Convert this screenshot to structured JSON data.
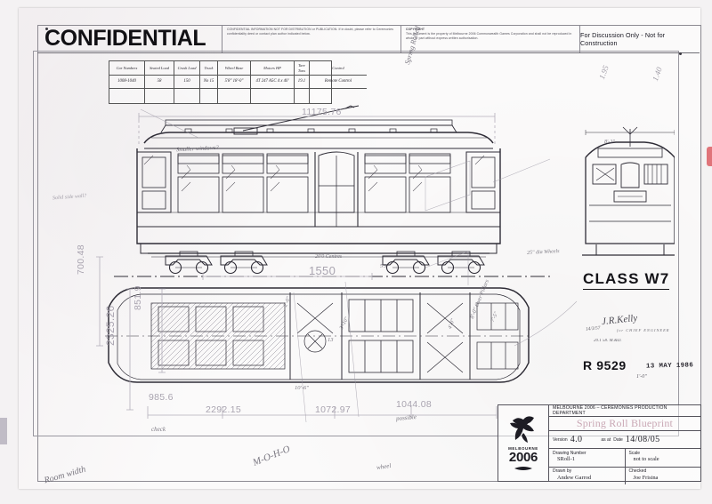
{
  "document": {
    "classification": "CONFIDENTIAL",
    "confidential_notice": "CONFIDENTIAL INFORMATION NOT FOR DISTRIBUTION or PUBLICATION. If in doubt, please refer to Ceremonies confidentiality deed or contact plan author indicated below.",
    "copyright_heading": "COPYRIGHT",
    "copyright_notice": "This document is the property of Melbourne 2006 Commonwealth Games Corporation and shall not be reproduced in whole or part without express written authorisation.",
    "disclaimer": "For Discussion Only - Not for Construction"
  },
  "spec_table": {
    "headers": [
      "Car Numbers",
      "Seated Load",
      "Crush Load",
      "Truck",
      "Wheel Base",
      "Motors HP",
      "Tare Tons",
      "Control"
    ],
    "rows": [
      [
        "1008-1040",
        "58",
        "150",
        "No 15",
        "5'8\" 18'-0\"",
        "4T 247 A5C 4 x 40'",
        "19.1",
        "Remote Control"
      ],
      [
        "",
        "",
        "",
        "",
        "",
        "",
        "",
        ""
      ]
    ]
  },
  "drawing": {
    "class_label": "CLASS   W7",
    "drawing_ref": "R 9529",
    "date_stamp": "13 MAY 1986",
    "signature": "J.R.Kelly",
    "signature_role": "for CHIEF ENGINEER",
    "signature_date": "14/3/57",
    "signature_note": "20.1   58. M.&D.",
    "scale_note": "1'-0\"",
    "dimensions": {
      "overall_length": "11175.76",
      "overall_height": "2325.26",
      "roof_height": "700.48",
      "body_height": "851.9",
      "plan_width": "1550",
      "front_overhang": "985.6",
      "truck_centres": "2292.15",
      "mid_span": "1072.97",
      "rear_span": "1044.08"
    },
    "annotations": [
      "Smaller windows?",
      "Spring Rolled",
      "Solid side wall?",
      "20'0 Centres",
      "5'3",
      "25\" dia Wheels",
      "8'-2\"",
      "8'-0\" Over Pillars",
      "7'-5\"",
      "4'-0\"",
      "2'-0\"",
      "13",
      "3'-10\"",
      "10'-6\"",
      "possible",
      "wheel",
      "1.95",
      "1.40",
      "check",
      "M-O-H-O",
      "Room width"
    ]
  },
  "title_block": {
    "department": "MELBOURNE 2006 – CEREMONIES PRODUCTION DEPARTMENT",
    "project_title": "Spring Roll Blueprint",
    "version_label": "Version",
    "version_value": "4.0",
    "asat_label": "as at",
    "date_label": "Date",
    "date_value": "14/08/05",
    "drawing_number_label": "Drawing Number",
    "drawing_number_value": "SRoll-1",
    "scale_label": "Scale",
    "scale_value": "not to scale",
    "drawn_by_label": "Drawn by",
    "drawn_by_value": "Andew Garrod",
    "checked_label": "Checked",
    "checked_value": "Joe Frisina",
    "logo_city": "MELBOURNE",
    "logo_year": "2006"
  }
}
